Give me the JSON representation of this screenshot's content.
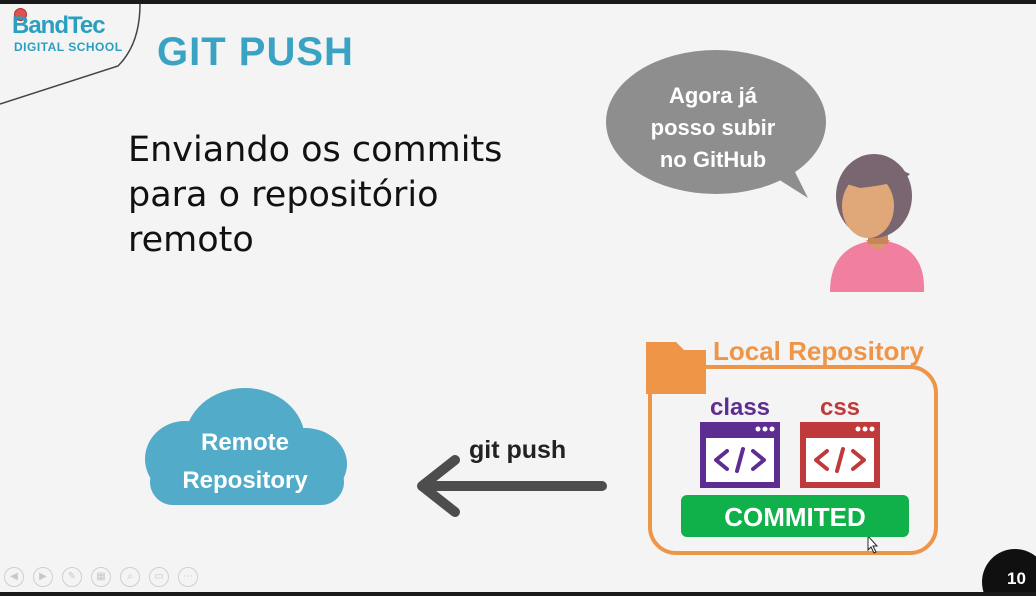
{
  "logo": {
    "brand": "BandTec",
    "sub": "DIGITAL SCHOOL"
  },
  "slide": {
    "title": "GIT PUSH",
    "subtitle_lines": [
      "Enviando os commits",
      "para o repositório",
      "remoto"
    ],
    "speech_lines": [
      "Agora já",
      "posso subir",
      "no GitHub"
    ],
    "remote_lines": [
      "Remote",
      "Repository"
    ],
    "push_label": "git push",
    "local_label": "Local Repository",
    "file_class": "class",
    "file_css": "css",
    "status": "COMMITED",
    "page_number": "10"
  },
  "nav": {
    "icons": [
      "prev-icon",
      "next-icon",
      "pen-icon",
      "slides-icon",
      "zoom-icon",
      "subtitles-icon",
      "more-icon"
    ],
    "glyphs": [
      "◀",
      "▶",
      "✎",
      "▦",
      "⌕",
      "▭",
      "⋯"
    ]
  },
  "colors": {
    "title": "#3aa3c3",
    "bubble": "#8e8e8e",
    "cloud": "#52abc8",
    "folder": "#ef9548",
    "class_file": "#5e2d91",
    "css_file": "#c0393b",
    "committed": "#10b14b",
    "person_shirt": "#f07fa0"
  }
}
